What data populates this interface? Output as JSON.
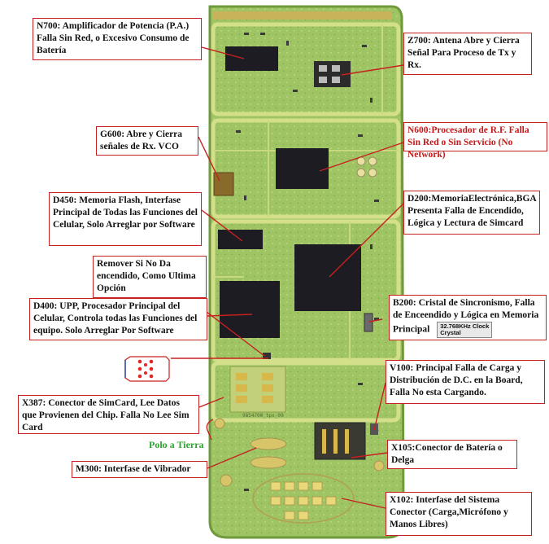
{
  "labels": {
    "n700": "N700: Amplificador de Potencia (P.A.) Falla Sin Red, o Excesivo Consumo de Batería",
    "z700": "Z700: Antena Abre y Cierra Señal Para Proceso de Tx y Rx.",
    "g600": "G600: Abre y Cierra señales de Rx. VCO",
    "n600": "N600:Procesador de R.F. Falla Sin Red o Sin Servicio (No Network)",
    "d450": "D450: Memoria Flash, Interfase Principal de Todas las Funciones del Celular, Solo Arreglar por Software",
    "d200": "D200:MemoriaElectrónica,BGA Presenta Falla de Encendido, Lógica y Lectura de Simcard",
    "remover": "Remover Si No Da encendido, Como Ultima Opción",
    "d400": "D400: UPP, Procesador Principal del Celular, Controla todas las Funciones del equipo. Solo Arreglar Por Software",
    "b200": "B200: Cristal de Sincronismo, Falla de Enceendido y Lógica en Memoria Principal",
    "v100": "V100: Principal Falla de Carga y Distribución de D.C. en la Board, Falla No esta Cargando.",
    "x387": "X387: Conector de SimCard, Lee Datos que Provienen del Chip. Falla No Lee Sim Card",
    "ground": "Polo a Tierra",
    "x105": "X105:Conector de Batería o Delga",
    "m300": "M300: Interfase de Vibrador",
    "x102": "X102: Interfase del Sistema Conector (Carga,Micrófono y Manos Libres)"
  },
  "clock_badge": {
    "line1": "32.768KHz Clock",
    "line2": "Crystal"
  },
  "board_text": {
    "code": "9854700_tpx_09"
  },
  "colors": {
    "pcb": "#9fc464",
    "pcb_edge": "#6f9a3c",
    "trace": "#c9d97e",
    "gold": "#d8c56a",
    "chip": "#1c1c22",
    "callout_border": "#c62020",
    "red_text": "#c41a1a",
    "ground_text": "#2aa52a"
  }
}
